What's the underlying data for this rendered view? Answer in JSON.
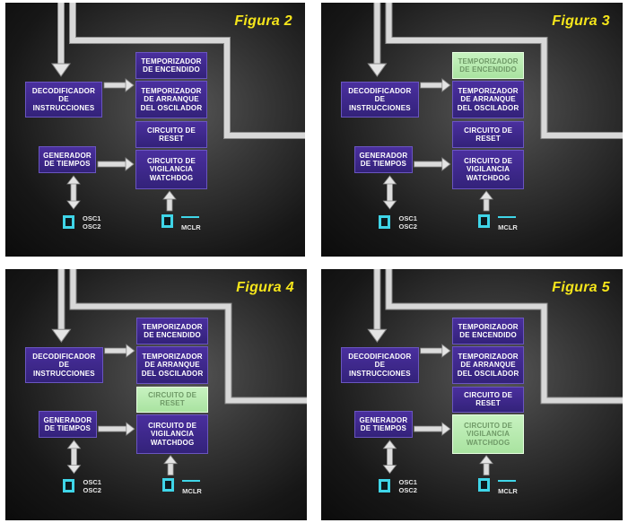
{
  "panels": [
    {
      "title": "Figura 2",
      "highlight": "none",
      "blocks": {
        "decoder": [
          "DECODIFICADOR",
          "DE",
          "INSTRUCCIONES"
        ],
        "generator": [
          "GENERADOR",
          "DE TIEMPOS"
        ],
        "power_timer": [
          "TEMPORIZADOR",
          "DE ENCENDIDO"
        ],
        "osc_timer": [
          "TEMPORIZADOR",
          "DE ARRANQUE",
          "DEL OSCILADOR"
        ],
        "reset": [
          "CIRCUITO DE",
          "RESET"
        ],
        "watchdog": [
          "CIRCUITO DE",
          "VIGILANCIA",
          "WATCHDOG"
        ]
      },
      "osc_labels": [
        "OSC1",
        "OSC2"
      ],
      "mclr_label": "MCLR"
    },
    {
      "title": "Figura 3",
      "highlight": "power_timer",
      "blocks": {
        "decoder": [
          "DECODIFICADOR",
          "DE",
          "INSTRUCCIONES"
        ],
        "generator": [
          "GENERADOR",
          "DE TIEMPOS"
        ],
        "power_timer": [
          "TEMPORIZADOR",
          "DE ENCENDIDO"
        ],
        "osc_timer": [
          "TEMPORIZADOR",
          "DE ARRANQUE",
          "DEL OSCILADOR"
        ],
        "reset": [
          "CIRCUITO DE",
          "RESET"
        ],
        "watchdog": [
          "CIRCUITO DE",
          "VIGILANCIA",
          "WATCHDOG"
        ]
      },
      "osc_labels": [
        "OSC1",
        "OSC2"
      ],
      "mclr_label": "MCLR"
    },
    {
      "title": "Figura 4",
      "highlight": "reset",
      "blocks": {
        "decoder": [
          "DECODIFICADOR",
          "DE",
          "INSTRUCCIONES"
        ],
        "generator": [
          "GENERADOR",
          "DE TIEMPOS"
        ],
        "power_timer": [
          "TEMPORIZADOR",
          "DE ENCENDIDO"
        ],
        "osc_timer": [
          "TEMPORIZADOR",
          "DE ARRANQUE",
          "DEL OSCILADOR"
        ],
        "reset": [
          "CIRCUITO DE",
          "RESET"
        ],
        "watchdog": [
          "CIRCUITO DE",
          "VIGILANCIA",
          "WATCHDOG"
        ]
      },
      "osc_labels": [
        "OSC1",
        "OSC2"
      ],
      "mclr_label": "MCLR"
    },
    {
      "title": "Figura 5",
      "highlight": "watchdog",
      "blocks": {
        "decoder": [
          "DECODIFICADOR",
          "DE",
          "INSTRUCCIONES"
        ],
        "generator": [
          "GENERADOR",
          "DE TIEMPOS"
        ],
        "power_timer": [
          "TEMPORIZADOR",
          "DE ENCENDIDO"
        ],
        "osc_timer": [
          "TEMPORIZADOR",
          "DE ARRANQUE",
          "DEL OSCILADOR"
        ],
        "reset": [
          "CIRCUITO DE",
          "RESET"
        ],
        "watchdog": [
          "CIRCUITO DE",
          "VIGILANCIA",
          "WATCHDOG"
        ]
      },
      "osc_labels": [
        "OSC1",
        "OSC2"
      ],
      "mclr_label": "MCLR"
    }
  ],
  "colors": {
    "block": "#3b2786",
    "highlight": "#b8ecb0",
    "pin": "#3fd5e8",
    "title": "#f5e51b",
    "pipe": "#d9d9d9"
  }
}
